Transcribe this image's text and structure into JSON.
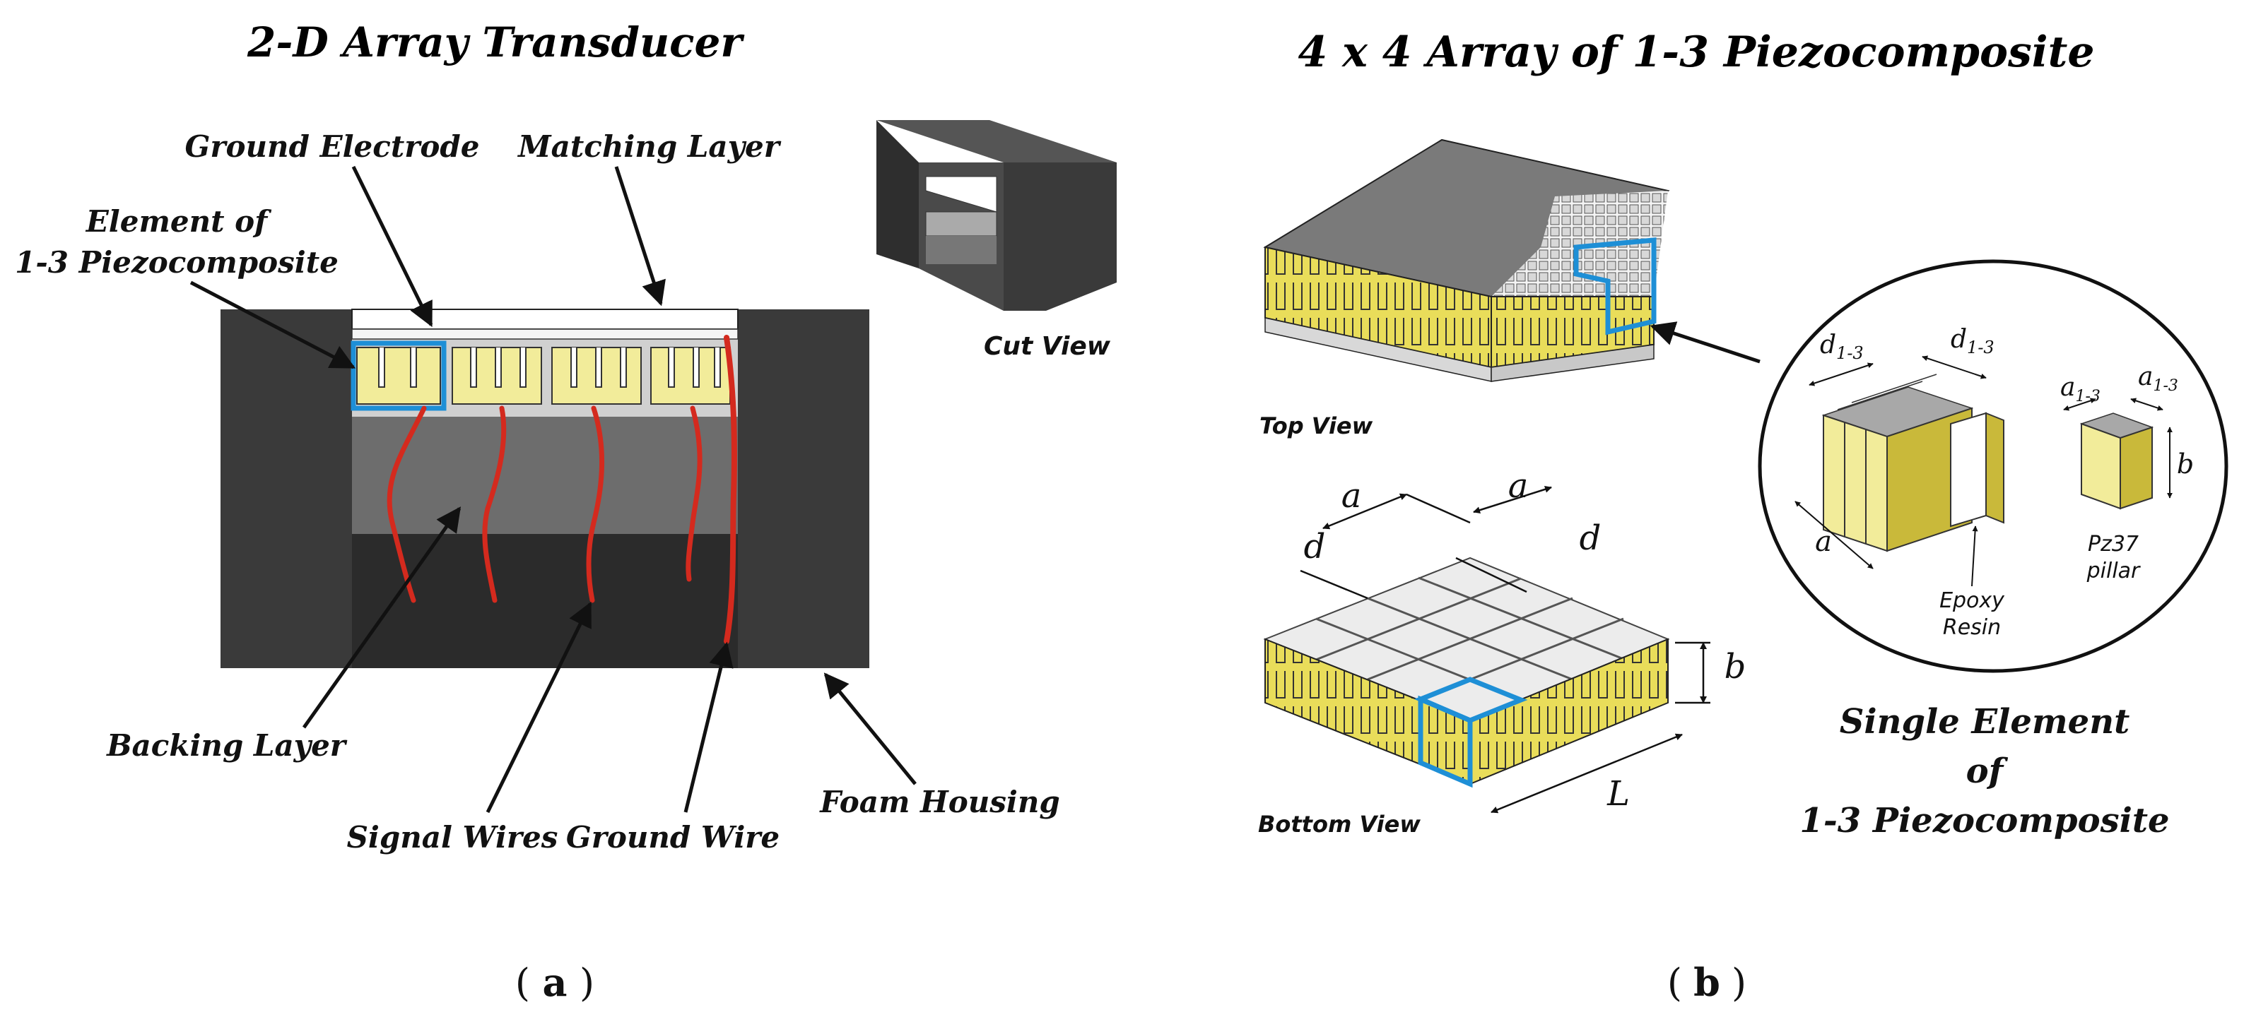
{
  "panel_a": {
    "title": "2-D Array Transducer",
    "labels": {
      "ground_electrode": "Ground Electrode",
      "matching_layer": "Matching Layer",
      "element_line1": "Element of",
      "element_line2": "1-3 Piezocomposite",
      "cut_view": "Cut View",
      "backing_layer": "Backing Layer",
      "signal_wires": "Signal Wires",
      "ground_wire": "Ground Wire",
      "foam_housing": "Foam Housing"
    },
    "caption_open": "(",
    "caption_letter": "a",
    "caption_close": ")"
  },
  "panel_b": {
    "title": "4 x 4 Array of 1-3 Piezocomposite",
    "labels": {
      "top_view": "Top View",
      "bottom_view": "Bottom View",
      "dim_a": "a",
      "dim_d": "d",
      "dim_b": "b",
      "dim_L": "L",
      "dim_d13": "d",
      "dim_a13": "a",
      "sub13": "1-3",
      "epoxy_line1": "Epoxy",
      "epoxy_line2": "Resin",
      "pillar_line1": "Pz37",
      "pillar_line2": "pillar",
      "single_line1": "Single Element",
      "single_line2": "of",
      "single_line3": "1-3 Piezocomposite"
    },
    "caption_open": "(",
    "caption_letter": "b",
    "caption_close": ")"
  },
  "colors": {
    "housing": "#3a3a3a",
    "backing_upper": "#6d6d6d",
    "backing_lower": "#2b2b2b",
    "piezo": "#f2ec9a",
    "piezo_side": "#c9b93a",
    "wire": "#d42a1e",
    "highlight": "#1e8fd6",
    "top_plate": "#7a7a7a",
    "cell": "#e6e6e6"
  }
}
